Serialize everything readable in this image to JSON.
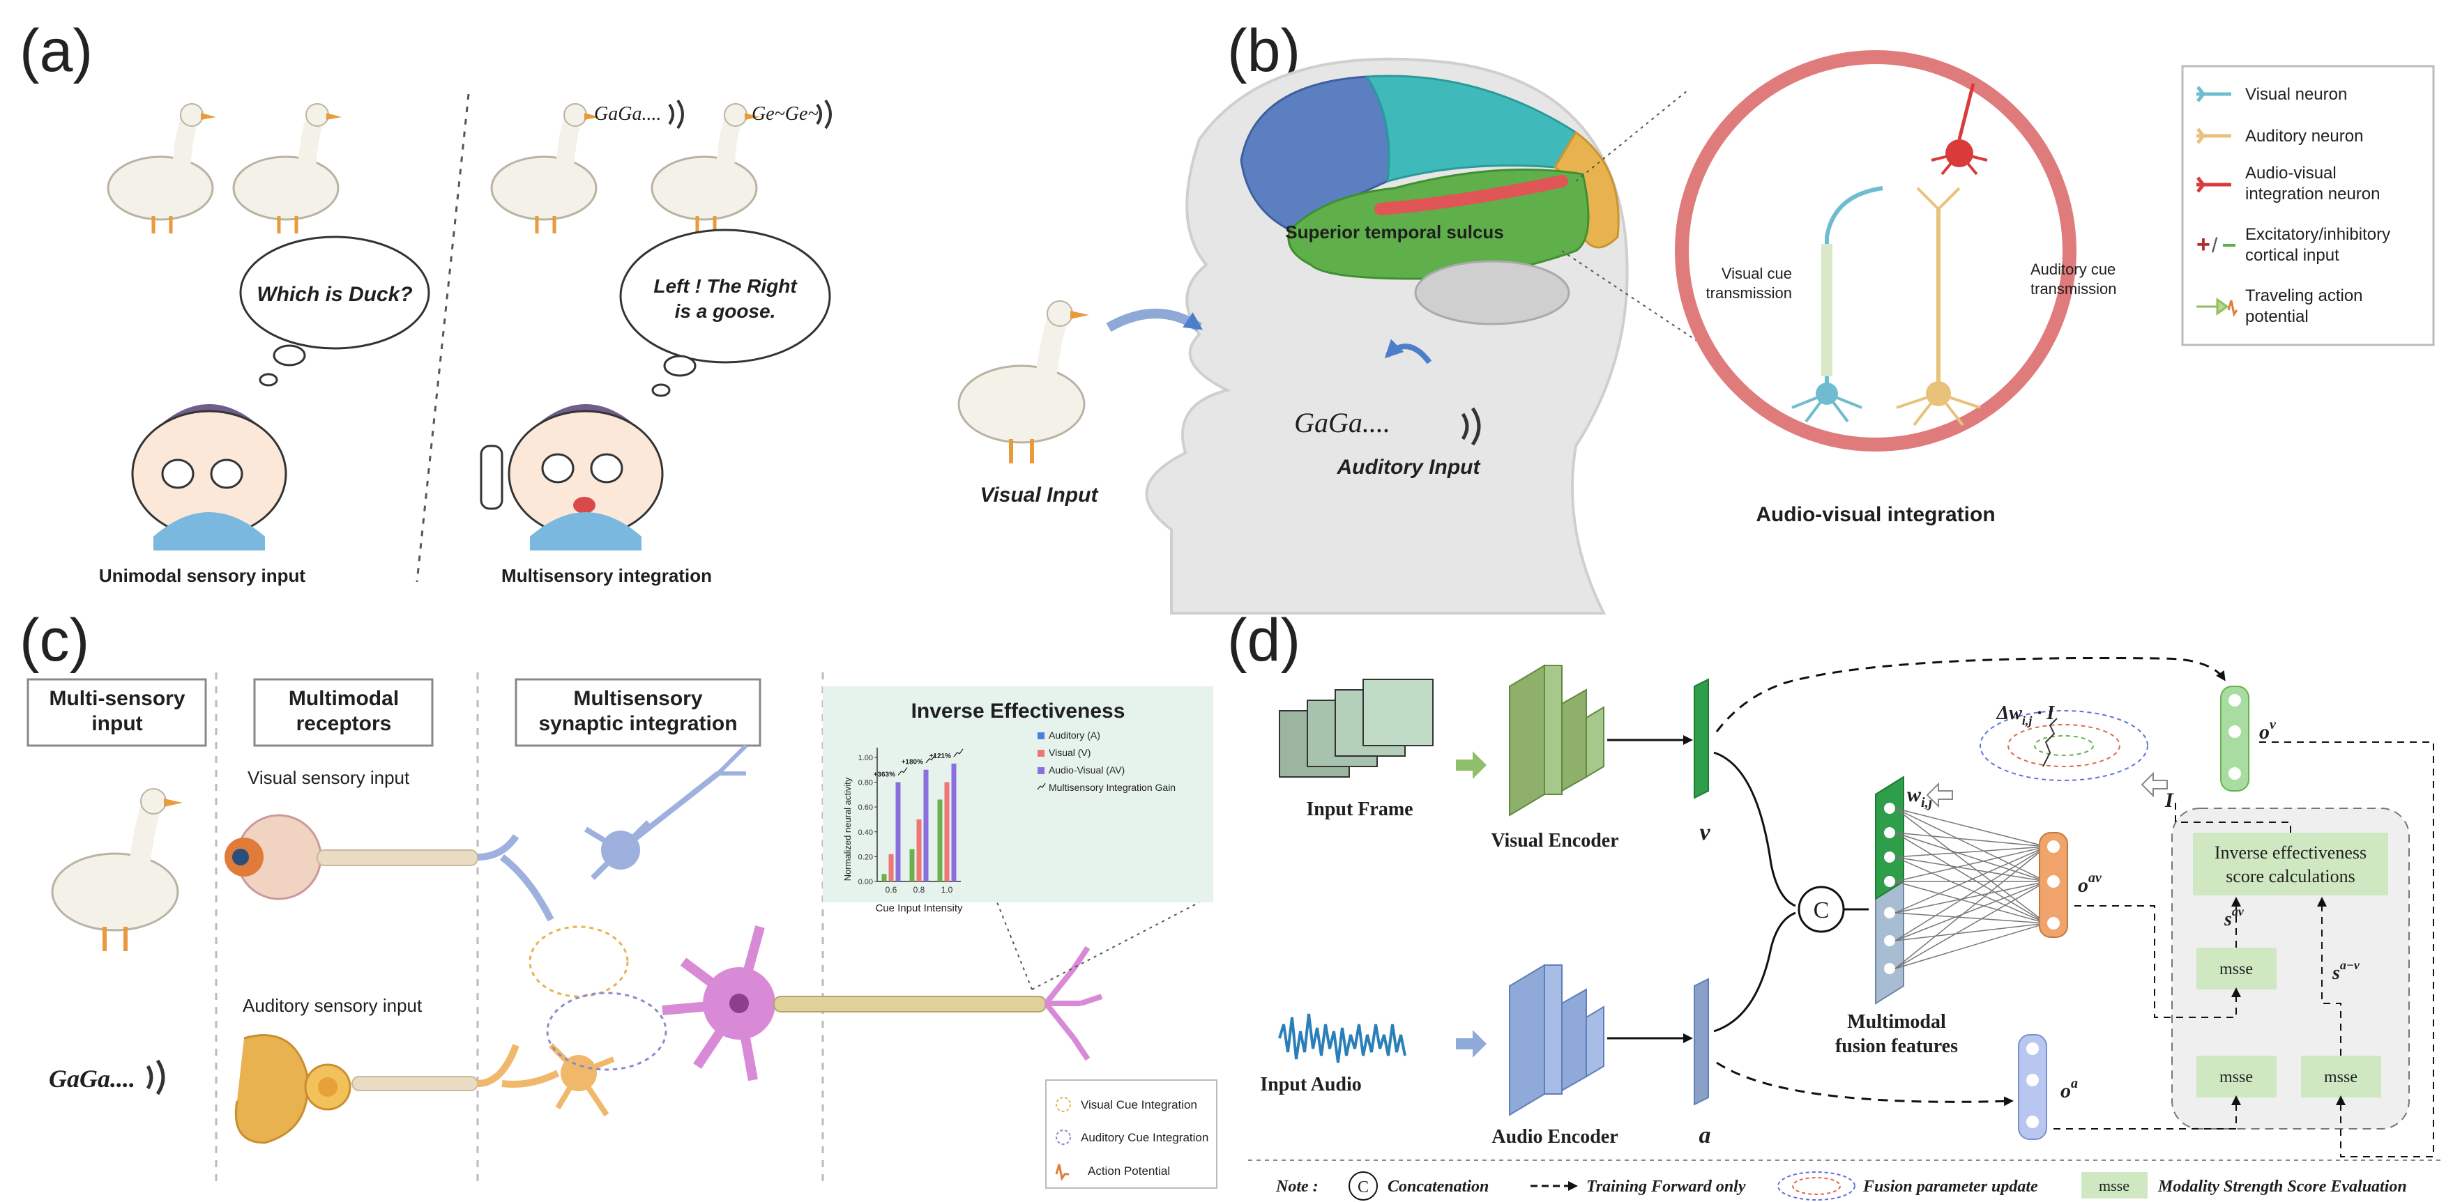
{
  "panels": {
    "a": {
      "label": "(a)",
      "left_caption": "Unimodal sensory input",
      "right_caption": "Multisensory integration",
      "bubble_question": "Which is Duck?",
      "bubble_answer_line1": "Left ! The Right",
      "bubble_answer_line2": "is a goose.",
      "sound1": "GaGa....",
      "sound2": "Ge~Ge~"
    },
    "b": {
      "label": "(b)",
      "region_label": "Superior temporal sulcus",
      "visual_input": "Visual Input",
      "sound": "GaGa....",
      "auditory_input": "Auditory Input",
      "visual_cue_line1": "Visual cue",
      "visual_cue_line2": "transmission",
      "auditory_cue_line1": "Auditory cue",
      "auditory_cue_line2": "transmission",
      "caption": "Audio-visual integration",
      "legend": {
        "visual_neuron": "Visual neuron",
        "auditory_neuron": "Auditory neuron",
        "av_neuron_line1": "Audio-visual",
        "av_neuron_line2": "integration neuron",
        "exc_line1": "Excitatory/inhibitory",
        "exc_line2": "cortical input",
        "ap_line1": "Traveling action",
        "ap_line2": "potential"
      },
      "colors": {
        "visual": "#6fbcd0",
        "auditory": "#e8c27a",
        "integration": "#d93a3a",
        "ring": "#e07b7b"
      }
    },
    "c": {
      "label": "(c)",
      "header1_line1": "Multi-sensory",
      "header1_line2": "input",
      "header2_line1": "Multimodal",
      "header2_line2": "receptors",
      "header3_line1": "Multisensory",
      "header3_line2": "synaptic integration",
      "visual_sensory": "Visual sensory input",
      "auditory_sensory": "Auditory sensory input",
      "sound": "GaGa....",
      "legend_visual": "Visual Cue Integration",
      "legend_auditory": "Auditory Cue Integration",
      "legend_ap": "Action Potential"
    },
    "d": {
      "label": "(d)",
      "input_frame": "Input Frame",
      "input_audio": "Input Audio",
      "visual_encoder": "Visual Encoder",
      "audio_encoder": "Audio Encoder",
      "v": "v",
      "a": "a",
      "concat_symbol": "C",
      "fusion_line1": "Multimodal",
      "fusion_line2": "fusion features",
      "w": "w",
      "w_sub": "i,j",
      "dw_prefix": "Δw",
      "dw_sub": "i,j",
      "dw_suffix": " · I",
      "o": "o",
      "o_v": "v",
      "o_av": "av",
      "o_a": "a",
      "I": "I",
      "ie_line1": "Inverse effectiveness",
      "ie_line2": "score calculations",
      "s": "s",
      "s_av": "av",
      "s_amv": "a−v",
      "msse": "msse",
      "note_label": "Note :",
      "note_concat": "Concatenation",
      "note_train": "Training Forward only",
      "note_fusion": "Fusion parameter update",
      "note_msse": "msse",
      "note_mod": "Modality  Strength Score Evaluation"
    }
  },
  "chart_data": {
    "type": "bar",
    "title": "Inverse Effectiveness",
    "xlabel": "Cue Input Intensity",
    "ylabel": "Normalized neural activity",
    "categories": [
      "0.6",
      "0.8",
      "1.0"
    ],
    "yticks": [
      "0.00",
      "0.20",
      "0.40",
      "0.60",
      "0.80",
      "1.00"
    ],
    "ylim": [
      0,
      1.05
    ],
    "series": [
      {
        "name": "Auditory (A)",
        "color": "#6ab04c",
        "values": [
          0.06,
          0.26,
          0.66
        ]
      },
      {
        "name": "Visual (V)",
        "color": "#f07575",
        "values": [
          0.22,
          0.5,
          0.8
        ]
      },
      {
        "name": "Audio-Visual (AV)",
        "color": "#8a6fdf",
        "values": [
          0.8,
          0.9,
          0.95
        ]
      }
    ],
    "gain_legend": "Multisensory Integration Gain",
    "gain_labels": [
      "+363%",
      "+180%",
      "+121%"
    ],
    "legend_marker_colors": [
      "#4a7fe0",
      "#f07575",
      "#8a6fdf"
    ]
  }
}
